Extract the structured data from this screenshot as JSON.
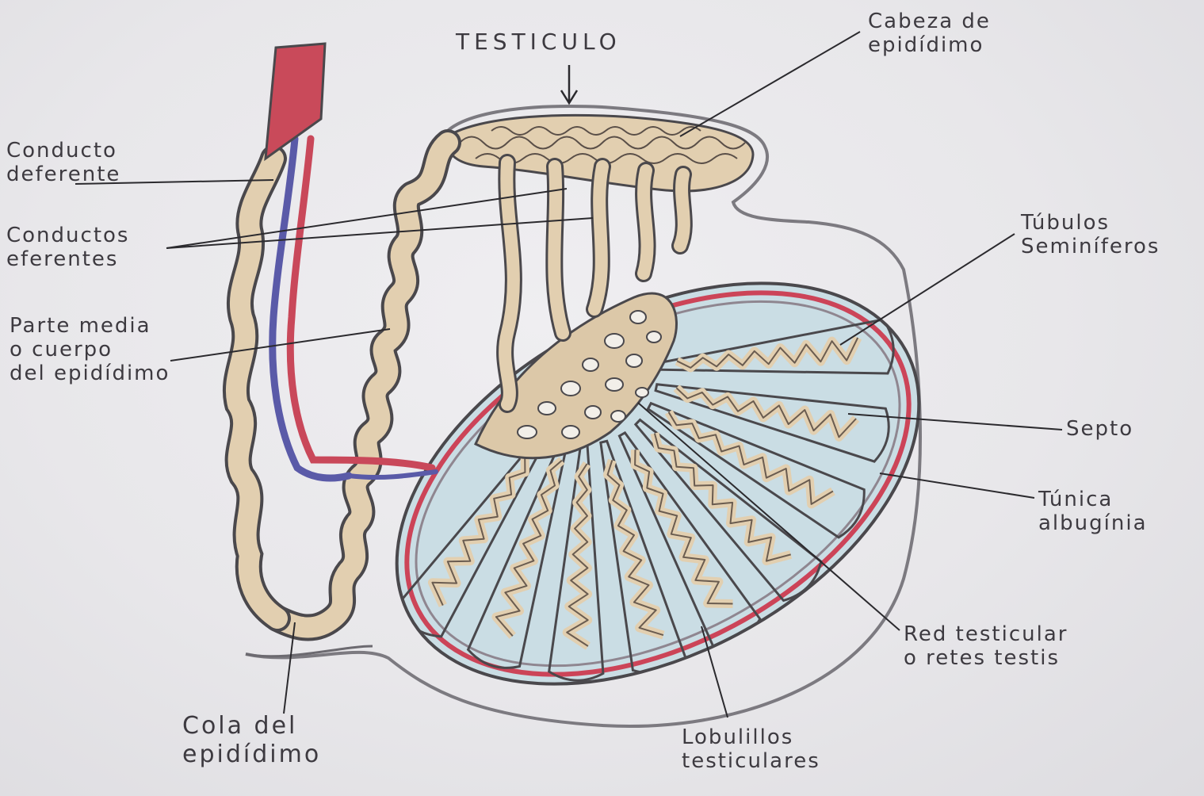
{
  "title": "TESTICULO",
  "labels": {
    "cabeza": [
      "Cabeza de",
      "epidídimo"
    ],
    "conducto_deferente": [
      "Conducto",
      "deferente"
    ],
    "conductos_eferentes": [
      "Conductos",
      "eferentes"
    ],
    "parte_media": [
      "Parte media",
      "o   cuerpo",
      "del epidídimo"
    ],
    "tubulos": [
      "Túbulos",
      "Seminíferos"
    ],
    "septo": [
      "Septo"
    ],
    "tunica": [
      "Túnica",
      "albugínia"
    ],
    "red": [
      "Red testicular",
      "o retes testis"
    ],
    "lobulillos": [
      "Lobulillos",
      "testiculares"
    ],
    "cola": [
      "Cola del",
      "epidídimo"
    ]
  },
  "colors": {
    "tubule": "#e2cfb0",
    "outline": "#4a484c",
    "vessel_red": "#c9485a",
    "vessel_blue": "#5a5aa8",
    "lumen": "#c9dfe6",
    "albuginea_red": "#cc4458"
  }
}
